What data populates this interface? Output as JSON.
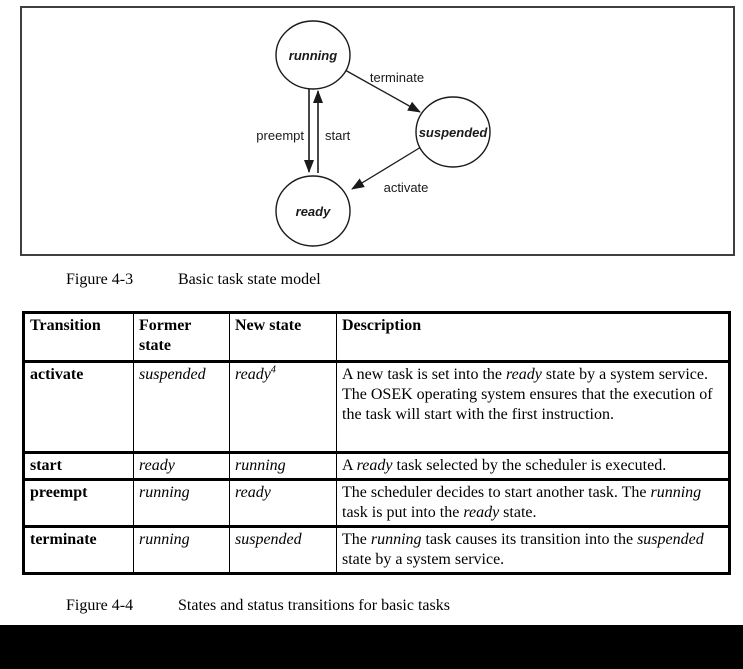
{
  "colors": {
    "background": "#ffffff",
    "diagram_border": "#3f3f3f",
    "table_border": "#000000",
    "text": "#000000",
    "bottom_bar": "#000000"
  },
  "diagram": {
    "states": [
      {
        "name": "running",
        "label": "running"
      },
      {
        "name": "suspended",
        "label": "suspended"
      },
      {
        "name": "ready",
        "label": "ready"
      }
    ],
    "transitions": [
      {
        "name": "terminate",
        "label": "terminate",
        "from": "running",
        "to": "suspended"
      },
      {
        "name": "preempt",
        "label": "preempt",
        "from": "running",
        "to": "ready"
      },
      {
        "name": "start",
        "label": "start",
        "from": "ready",
        "to": "running"
      },
      {
        "name": "activate",
        "label": "activate",
        "from": "suspended",
        "to": "ready"
      }
    ]
  },
  "captions": {
    "figure_4_3": {
      "label": "Figure 4-3",
      "text": "Basic task state model"
    },
    "figure_4_4": {
      "label": "Figure 4-4",
      "text": "States and status transitions for basic tasks"
    }
  },
  "table": {
    "headers": [
      "Transition",
      "Former state",
      "New state",
      "Description"
    ],
    "rows": [
      {
        "transition": "activate",
        "former_state": "suspended",
        "new_state": "ready",
        "new_state_sup": "4",
        "description": [
          {
            "t": "A new task is set into the "
          },
          {
            "t": "ready",
            "i": true
          },
          {
            "t": " state by a system service. The OSEK operating system ensures that the execution of the task will start with the first instruction."
          }
        ]
      },
      {
        "transition": "start",
        "former_state": "ready",
        "new_state": "running",
        "new_state_sup": "",
        "description": [
          {
            "t": "A "
          },
          {
            "t": "ready",
            "i": true
          },
          {
            "t": " task selected by the scheduler is executed."
          }
        ]
      },
      {
        "transition": "preempt",
        "former_state": "running",
        "new_state": "ready",
        "new_state_sup": "",
        "description": [
          {
            "t": "The scheduler decides to start another task. The "
          },
          {
            "t": "running",
            "i": true
          },
          {
            "t": " task is put into the "
          },
          {
            "t": "ready",
            "i": true
          },
          {
            "t": " state."
          }
        ]
      },
      {
        "transition": "terminate",
        "former_state": "running",
        "new_state": "suspended",
        "new_state_sup": "",
        "description": [
          {
            "t": "The "
          },
          {
            "t": "running",
            "i": true
          },
          {
            "t": " task causes its transition into the "
          },
          {
            "t": "suspended",
            "i": true
          },
          {
            "t": " state by a system service."
          }
        ]
      }
    ]
  }
}
